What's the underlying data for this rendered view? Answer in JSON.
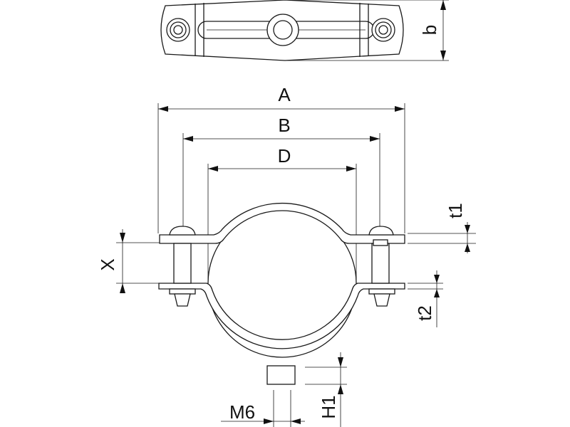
{
  "drawing": {
    "title_labels": {
      "A": "A",
      "B": "B",
      "D": "D",
      "b": "b",
      "X": "X",
      "t1": "t1",
      "t2": "t2",
      "H1": "H1",
      "M6": "M6"
    },
    "views": [
      "top-view",
      "front-view"
    ],
    "line_color": "#1a1a1a",
    "background": "#ffffff"
  }
}
